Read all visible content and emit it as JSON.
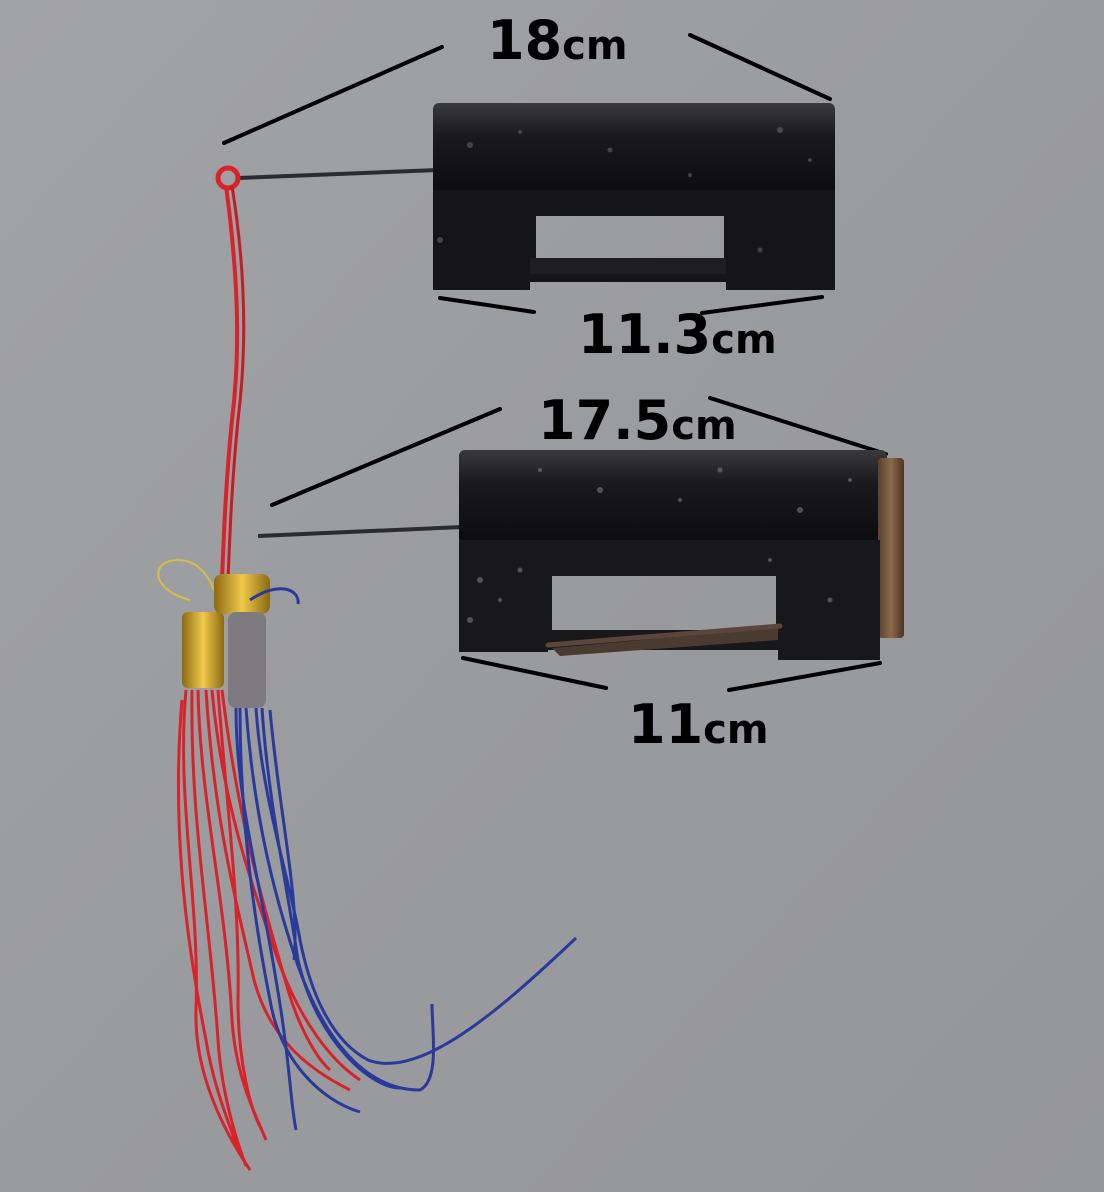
{
  "measurements": {
    "top_lock": {
      "length": "18",
      "width": "11.3",
      "unit": "cm"
    },
    "bottom_lock": {
      "length": "17.5",
      "width": "11",
      "unit": "cm"
    }
  },
  "colors": {
    "background": "#9a9b9e",
    "lock_body": "#141416",
    "tassel_red": "#d8232a",
    "tassel_blue": "#2a3a9a",
    "gold_band": "#d4a52a",
    "rust": "#7a5a3a"
  }
}
